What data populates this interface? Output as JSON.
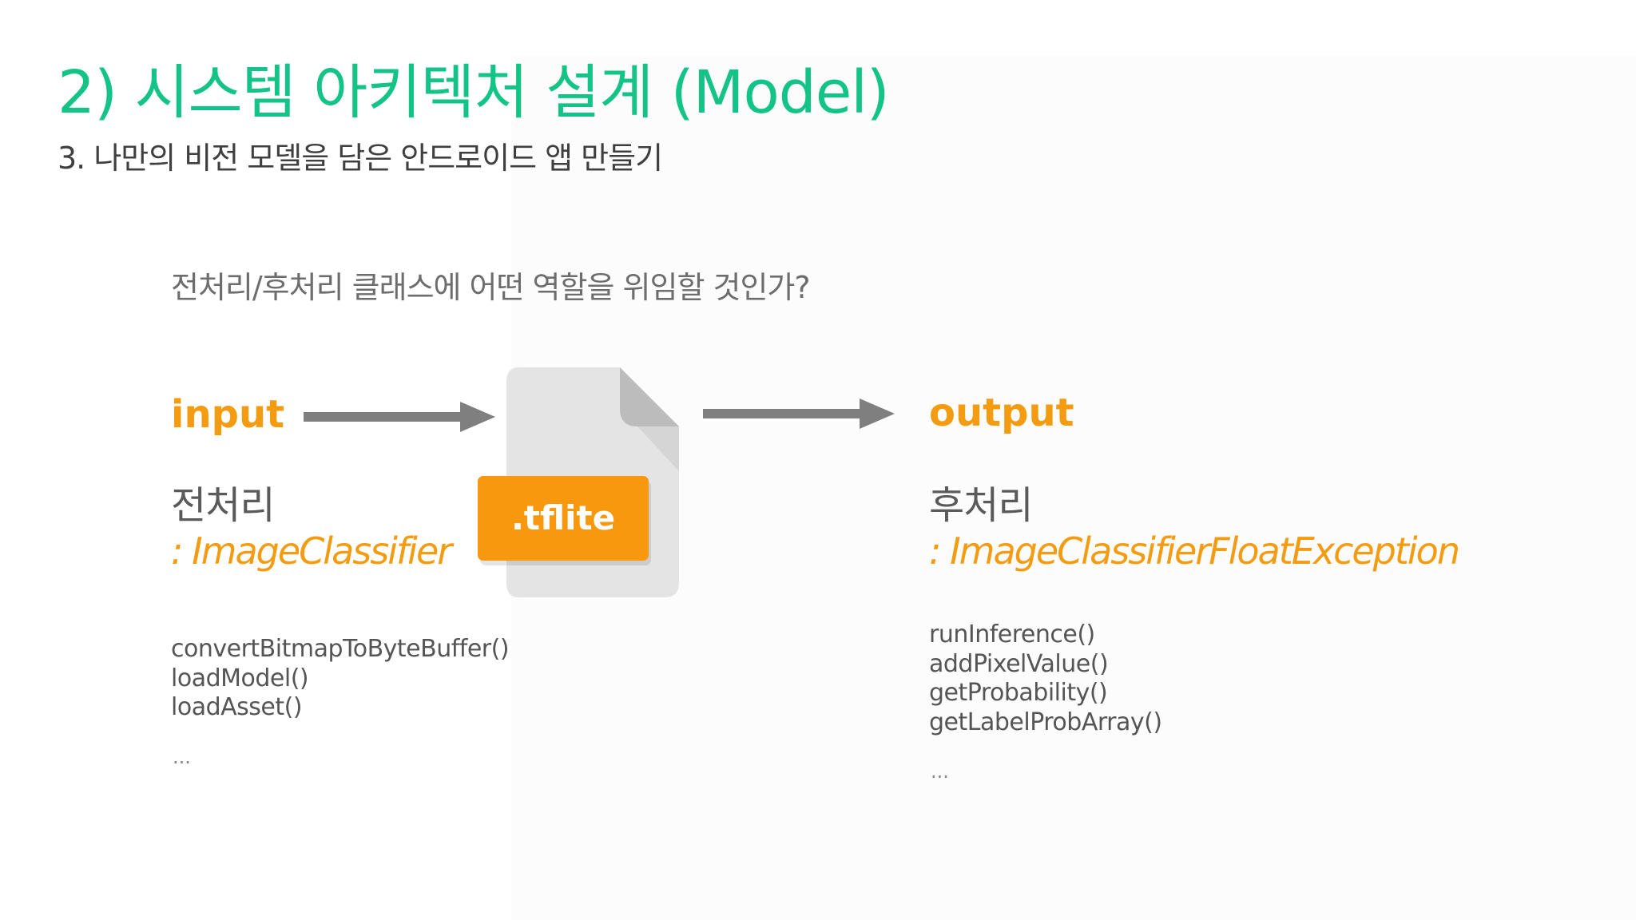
{
  "slide": {
    "title": "2) 시스템 아키텍처 설계 (Model)",
    "subtitle": "3. 나만의 비전 모델을 담은 안드로이드 앱 만들기",
    "question": "전처리/후처리 클래스에 어떤 역할을 위임할 것인가?"
  },
  "diagram": {
    "input_label": "input",
    "output_label": "output",
    "file_label": ".tflite",
    "preprocess": {
      "label": "전처리",
      "class_name": ": ImageClassifier",
      "methods": [
        "convertBitmapToByteBuffer()",
        "loadModel()",
        "loadAsset()"
      ],
      "ellipsis": "..."
    },
    "postprocess": {
      "label": "후처리",
      "class_name": ": ImageClassifierFloatException",
      "methods": [
        "runInference()",
        "addPixelValue()",
        "getProbability()",
        "getLabelProbArray()"
      ],
      "ellipsis": "..."
    }
  },
  "colors": {
    "title": "#14c486",
    "accent": "#f39c12",
    "badge": "#f7980f",
    "arrow": "#7f7f7f",
    "file": "#e4e4e4",
    "file_fold": "#bcbcbc"
  },
  "icons": {
    "file": "document-file-icon",
    "arrow": "right-arrow-icon"
  }
}
